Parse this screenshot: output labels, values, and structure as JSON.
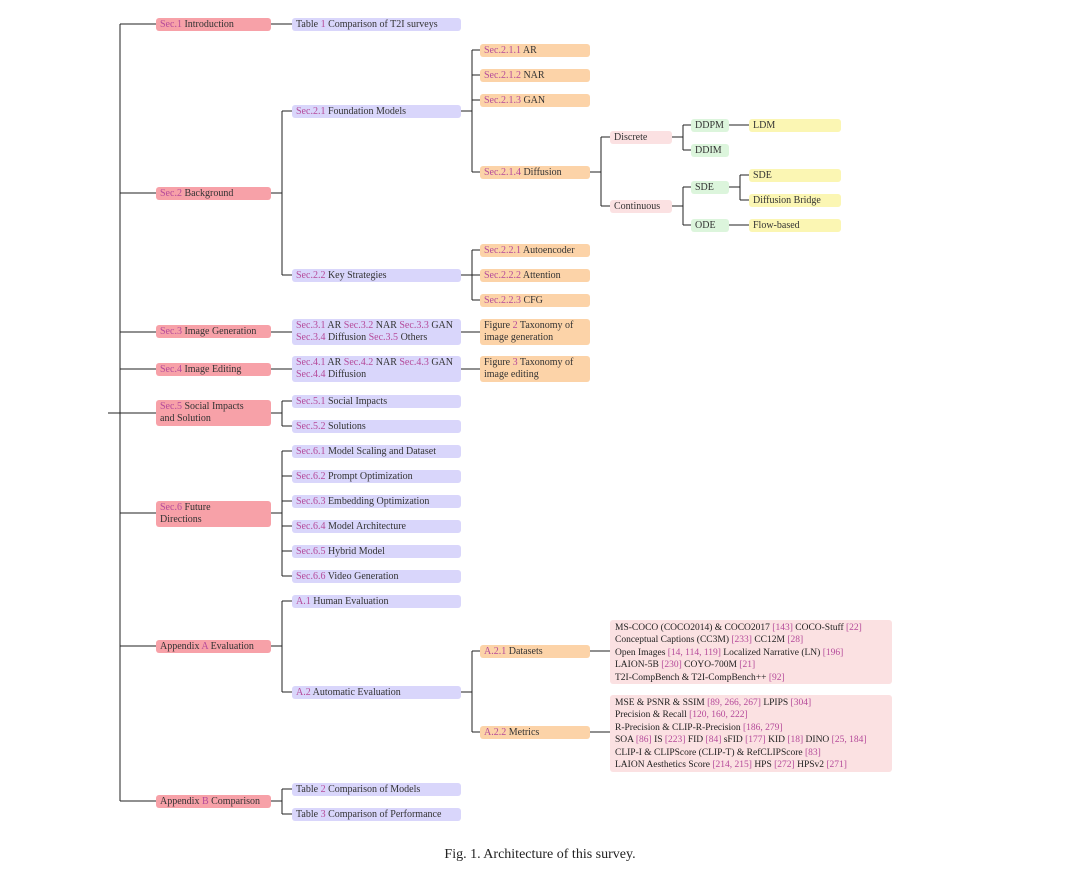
{
  "caption": "Fig. 1.  Architecture of this survey.",
  "level1": {
    "intro": {
      "ref": "Sec.1",
      "label": " Introduction"
    },
    "background": {
      "ref": "Sec.2",
      "label": " Background"
    },
    "imggen": {
      "ref": "Sec.3",
      "label": " Image Generation"
    },
    "imgedit": {
      "ref": "Sec.4",
      "label": " Image Editing"
    },
    "social": {
      "ref": "Sec.5",
      "label1": " Social Impacts",
      "label2": "and Solution"
    },
    "future": {
      "ref": "Sec.6",
      "label1": " Future",
      "label2": "Directions"
    },
    "appA": {
      "pre": "Appendix ",
      "ref": "A",
      "label": " Evaluation"
    },
    "appB": {
      "pre": "Appendix ",
      "ref": "B",
      "label": " Comparison"
    }
  },
  "level2": {
    "table1": {
      "pre": "Table ",
      "ref": "1",
      "label": " Comparison of T2I surveys"
    },
    "s21": {
      "ref": "Sec.2.1",
      "label": " Foundation Models"
    },
    "s22": {
      "ref": "Sec.2.2",
      "label": " Key Strategies"
    },
    "s3": {
      "r1": "Sec.3.1",
      "t1": " AR ",
      "r2": "Sec.3.2",
      "t2": " NAR ",
      "r3": "Sec.3.3",
      "t3": " GAN",
      "r4": "Sec.3.4",
      "t4": " Diffusion ",
      "r5": "Sec.3.5",
      "t5": " Others"
    },
    "s4": {
      "r1": "Sec.4.1",
      "t1": " AR ",
      "r2": "Sec.4.2",
      "t2": " NAR ",
      "r3": "Sec.4.3",
      "t3": " GAN",
      "r4": "Sec.4.4",
      "t4": " Diffusion"
    },
    "s51": {
      "ref": "Sec.5.1",
      "label": " Social Impacts"
    },
    "s52": {
      "ref": "Sec.5.2",
      "label": " Solutions"
    },
    "s61": {
      "ref": "Sec.6.1",
      "label": " Model Scaling and Dataset"
    },
    "s62": {
      "ref": "Sec.6.2",
      "label": " Prompt Optimization"
    },
    "s63": {
      "ref": "Sec.6.3",
      "label": " Embedding Optimization"
    },
    "s64": {
      "ref": "Sec.6.4",
      "label": " Model Architecture"
    },
    "s65": {
      "ref": "Sec.6.5",
      "label": " Hybrid Model"
    },
    "s66": {
      "ref": "Sec.6.6",
      "label": " Video Generation"
    },
    "a1": {
      "ref": "A.1",
      "label": " Human Evaluation"
    },
    "a2": {
      "ref": "A.2",
      "label": " Automatic Evaluation"
    },
    "table2": {
      "pre": "Table ",
      "ref": "2",
      "label": " Comparison of Models"
    },
    "table3": {
      "pre": "Table ",
      "ref": "3",
      "label": " Comparison of Performance"
    }
  },
  "level3": {
    "s211": {
      "ref": "Sec.2.1.1",
      "label": " AR"
    },
    "s212": {
      "ref": "Sec.2.1.2",
      "label": " NAR"
    },
    "s213": {
      "ref": "Sec.2.1.3",
      "label": " GAN"
    },
    "s214": {
      "ref": "Sec.2.1.4",
      "label": " Diffusion"
    },
    "s221": {
      "ref": "Sec.2.2.1",
      "label": " Autoencoder"
    },
    "s222": {
      "ref": "Sec.2.2.2",
      "label": " Attention"
    },
    "s223": {
      "ref": "Sec.2.2.3",
      "label": " CFG"
    },
    "fig2": {
      "pre": "Figure ",
      "ref": "2",
      "label": " Taxonomy of",
      "line2": "image generation"
    },
    "fig3": {
      "pre": "Figure ",
      "ref": "3",
      "label": " Taxonomy of",
      "line2": "image editing"
    },
    "a21": {
      "ref": "A.2.1",
      "label": " Datasets"
    },
    "a22": {
      "ref": "A.2.2",
      "label": " Metrics"
    }
  },
  "diffusion": {
    "discrete": "Discrete",
    "continuous": "Continuous",
    "ddpm": "DDPM",
    "ddim": "DDIM",
    "ldm": "LDM",
    "sde": "SDE",
    "ode": "ODE",
    "sde2": "SDE",
    "bridge": "Diffusion Bridge",
    "flow": "Flow-based"
  },
  "datasets": [
    [
      {
        "t": "MS-COCO (COCO2014) & COCO2017 "
      },
      {
        "r": "[143]"
      },
      {
        "t": " COCO-Stuff "
      },
      {
        "r": "[22]"
      }
    ],
    [
      {
        "t": "Conceptual Captions (CC3M) "
      },
      {
        "r": "[233]"
      },
      {
        "t": " CC12M "
      },
      {
        "r": "[28]"
      }
    ],
    [
      {
        "t": "Open Images "
      },
      {
        "r": "[14, 114, 119]"
      },
      {
        "t": " Localized Narrative (LN) "
      },
      {
        "r": "[196]"
      }
    ],
    [
      {
        "t": "LAION-5B "
      },
      {
        "r": "[230]"
      },
      {
        "t": " COYO-700M "
      },
      {
        "r": "[21]"
      }
    ],
    [
      {
        "t": "T2I-CompBench & T2I-CompBench++ "
      },
      {
        "r": "[92]"
      }
    ]
  ],
  "metrics": [
    [
      {
        "t": "MSE & PSNR & SSIM "
      },
      {
        "r": "[89, 266, 267]"
      },
      {
        "t": " LPIPS "
      },
      {
        "r": "[304]"
      }
    ],
    [
      {
        "t": "Precision & Recall "
      },
      {
        "r": "[120, 160, 222]"
      }
    ],
    [
      {
        "t": "R-Precision & CLIP-R-Precision "
      },
      {
        "r": "[186, 279]"
      }
    ],
    [
      {
        "t": "SOA "
      },
      {
        "r": "[86]"
      },
      {
        "t": " IS "
      },
      {
        "r": "[223]"
      },
      {
        "t": " FID "
      },
      {
        "r": "[84]"
      },
      {
        "t": " sFID "
      },
      {
        "r": "[177]"
      },
      {
        "t": " KID "
      },
      {
        "r": "[18]"
      },
      {
        "t": " DINO "
      },
      {
        "r": "[25, 184]"
      }
    ],
    [
      {
        "t": "CLIP-I & CLIPScore (CLIP-T) & RefCLIPScore "
      },
      {
        "r": "[83]"
      }
    ],
    [
      {
        "t": "LAION Aesthetics Score "
      },
      {
        "r": "[214, 215]"
      },
      {
        "t": " HPS "
      },
      {
        "r": "[272]"
      },
      {
        "t": " HPSv2 "
      },
      {
        "r": "[271]"
      }
    ]
  ],
  "colors": {
    "level1": "#f7a1a8",
    "level2": "#d9d6fb",
    "level3": "#fcd3a8",
    "pink": "#fbe1e2",
    "green": "#dcf5dc",
    "yellow": "#fbf6b3",
    "ref": "#b54a9a"
  }
}
